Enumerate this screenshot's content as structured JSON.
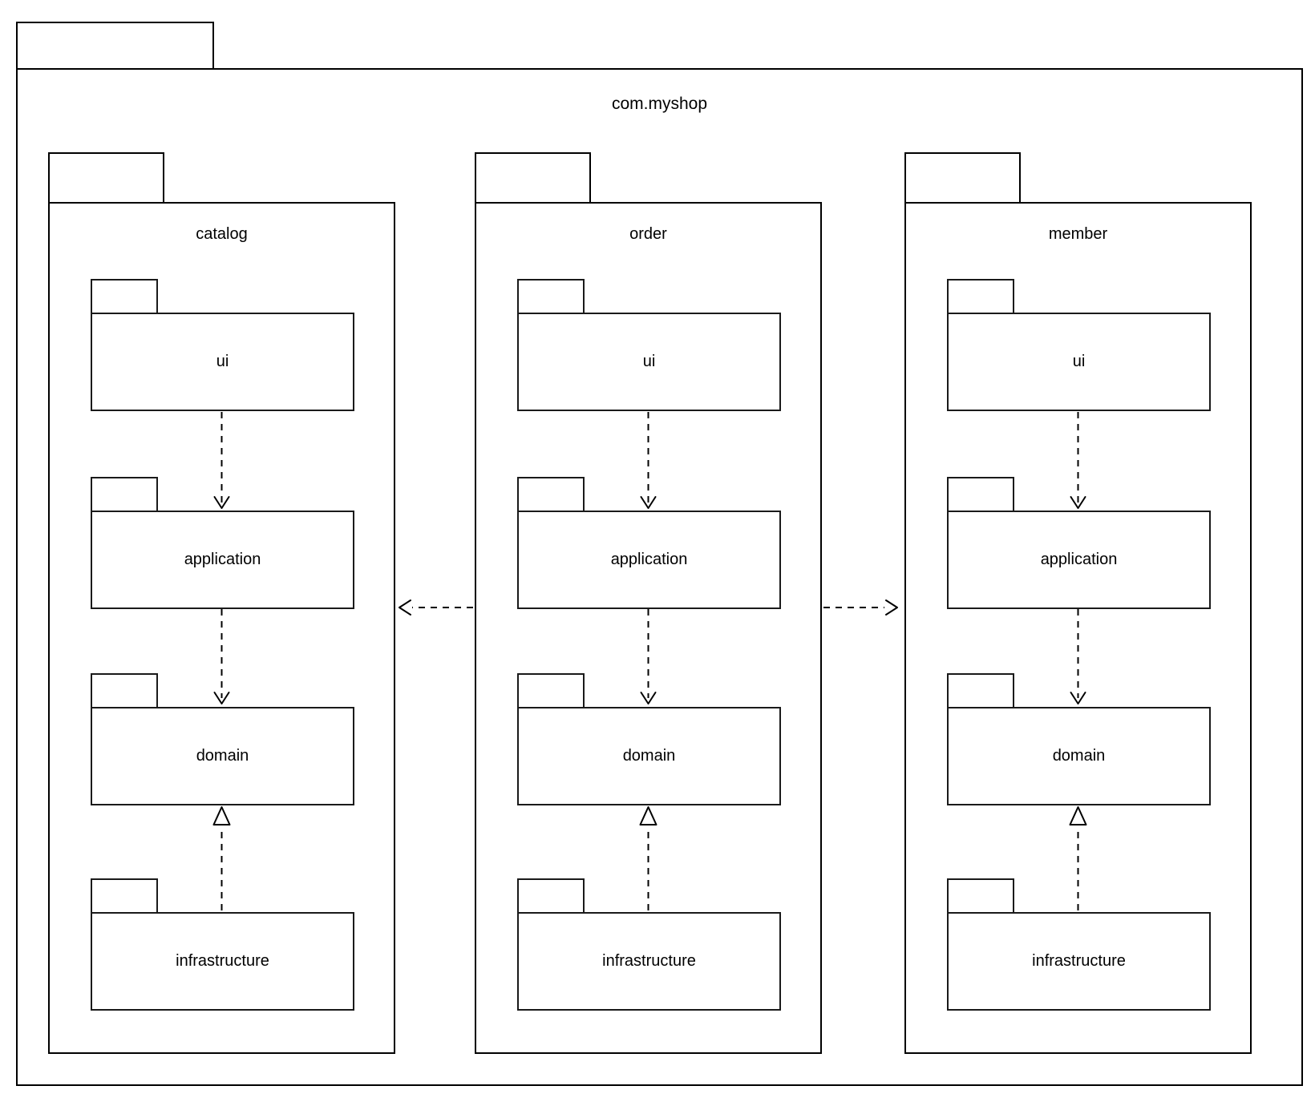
{
  "diagram": {
    "type": "uml-package-diagram",
    "root_package": {
      "label": "com.myshop"
    },
    "packages": [
      {
        "label": "catalog",
        "subpackages": [
          {
            "label": "ui"
          },
          {
            "label": "application"
          },
          {
            "label": "domain"
          },
          {
            "label": "infrastructure"
          }
        ]
      },
      {
        "label": "order",
        "subpackages": [
          {
            "label": "ui"
          },
          {
            "label": "application"
          },
          {
            "label": "domain"
          },
          {
            "label": "infrastructure"
          }
        ]
      },
      {
        "label": "member",
        "subpackages": [
          {
            "label": "ui"
          },
          {
            "label": "application"
          },
          {
            "label": "domain"
          },
          {
            "label": "infrastructure"
          }
        ]
      }
    ],
    "relations": [
      {
        "from": "catalog.ui",
        "to": "catalog.application",
        "type": "dependency",
        "style": "dashed-open-arrow"
      },
      {
        "from": "catalog.application",
        "to": "catalog.domain",
        "type": "dependency",
        "style": "dashed-open-arrow"
      },
      {
        "from": "catalog.infrastructure",
        "to": "catalog.domain",
        "type": "realization",
        "style": "dashed-hollow-triangle"
      },
      {
        "from": "order.ui",
        "to": "order.application",
        "type": "dependency",
        "style": "dashed-open-arrow"
      },
      {
        "from": "order.application",
        "to": "order.domain",
        "type": "dependency",
        "style": "dashed-open-arrow"
      },
      {
        "from": "order.infrastructure",
        "to": "order.domain",
        "type": "realization",
        "style": "dashed-hollow-triangle"
      },
      {
        "from": "member.ui",
        "to": "member.application",
        "type": "dependency",
        "style": "dashed-open-arrow"
      },
      {
        "from": "member.application",
        "to": "member.domain",
        "type": "dependency",
        "style": "dashed-open-arrow"
      },
      {
        "from": "member.infrastructure",
        "to": "member.domain",
        "type": "realization",
        "style": "dashed-hollow-triangle"
      },
      {
        "from": "order",
        "to": "catalog",
        "type": "dependency",
        "style": "dashed-open-arrow"
      },
      {
        "from": "order",
        "to": "member",
        "type": "dependency",
        "style": "dashed-open-arrow"
      }
    ],
    "colors": {
      "stroke": "#000000",
      "background": "#ffffff",
      "text": "#000000"
    }
  }
}
